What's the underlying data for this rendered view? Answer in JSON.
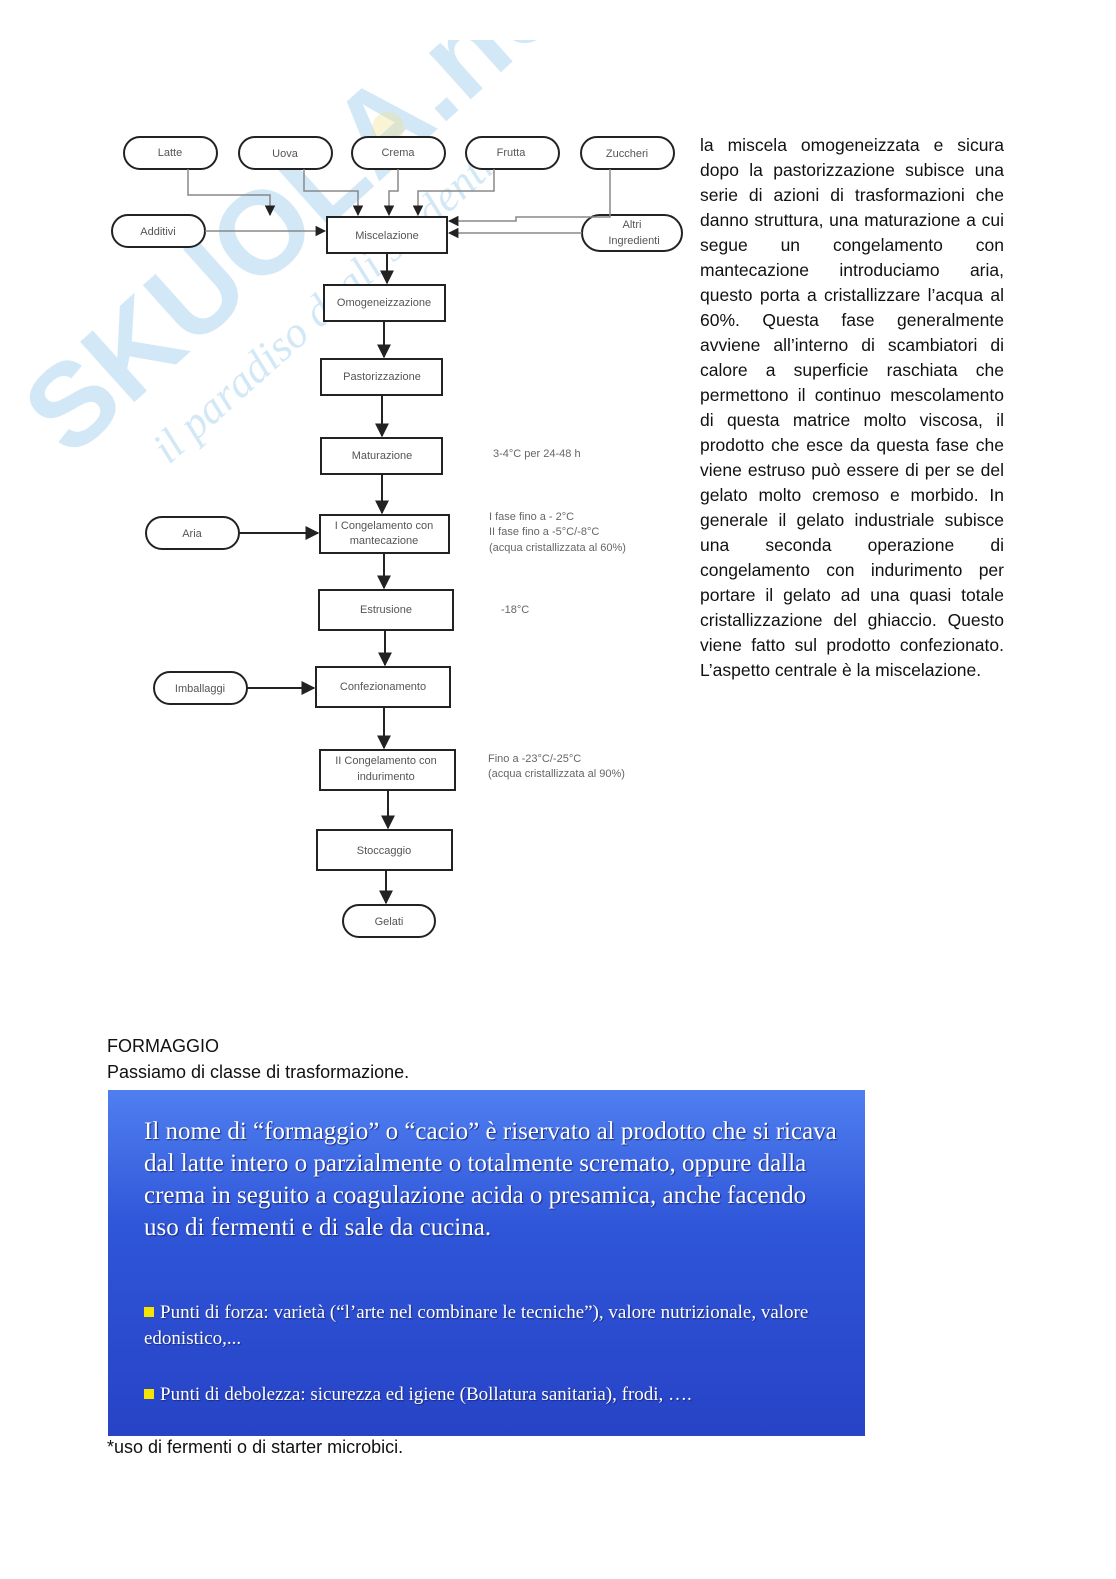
{
  "watermark": {
    "brand": "SKUOLA.net",
    "tagline": "il paradiso degli studenti"
  },
  "flowchart": {
    "inputs_top": [
      "Latte",
      "Uova",
      "Crema",
      "Frutta",
      "Zuccheri"
    ],
    "input_left": "Additivi",
    "input_right_line1": "Altri",
    "input_right_line2": "Ingredienti",
    "steps": {
      "miscelazione": "Miscelazione",
      "omogeneizzazione": "Omogeneizzazione",
      "pastorizzazione": "Pastorizzazione",
      "maturazione": "Maturazione",
      "congelamento1_line1": "I Congelamento con",
      "congelamento1_line2": "mantecazione",
      "estrusione": "Estrusione",
      "confezionamento": "Confezionamento",
      "congelamento2_line1": "II Congelamento con",
      "congelamento2_line2": "indurimento",
      "stoccaggio": "Stoccaggio",
      "gelati": "Gelati"
    },
    "side_inputs": {
      "aria": "Aria",
      "imballaggi": "Imballaggi"
    },
    "notes": {
      "maturazione": "3-4°C per 24-48 h",
      "congelamento1_a": "I fase fino a - 2°C",
      "congelamento1_b": "II fase fino a -5°C/-8°C",
      "congelamento1_c": "(acqua cristallizzata al 60%)",
      "estrusione": "-18°C",
      "congelamento2_a": "Fino a -23°C/-25°C",
      "congelamento2_b": "(acqua cristallizzata al 90%)"
    }
  },
  "side_text": "la miscela omogeneizzata e sicura dopo la pastorizzazione subisce una serie di azioni di trasformazioni che danno struttura, una maturazione a cui segue un congelamento con mantecazione introduciamo aria, questo porta a cristallizzare l’acqua al 60%. Questa fase generalmente avviene all’interno di scambiatori di calore a superficie raschiata che permettono il continuo mescolamento di questa matrice molto viscosa, il prodotto che esce da questa fase che viene estruso può essere di per se del gelato molto cremoso e morbido. In generale il gelato industriale subisce una seconda operazione di congelamento con indurimento per portare il gelato ad una quasi totale cristallizzazione del ghiaccio. Questo viene fatto sul prodotto confezionato. L’aspetto centrale è la miscelazione.",
  "section": {
    "title": "FORMAGGIO",
    "subtitle": "Passiamo di classe di trasformazione."
  },
  "slide": {
    "main": "Il nome di “formaggio” o “cacio” è riservato al prodotto che si ricava dal latte intero o parzialmente o totalmente scremato, oppure dalla crema in seguito a coagulazione acida o presamica, anche facendo uso di fermenti e di  sale da cucina.",
    "point1": "Punti di forza: varietà (“l’arte nel combinare le tecniche”), valore nutrizionale, valore edonistico,...",
    "point2": "Punti di debolezza: sicurezza ed igiene (Bollatura sanitaria), frodi, ….",
    "bullet_color": "#f5e400"
  },
  "footnote": "*uso di fermenti o di starter microbici."
}
